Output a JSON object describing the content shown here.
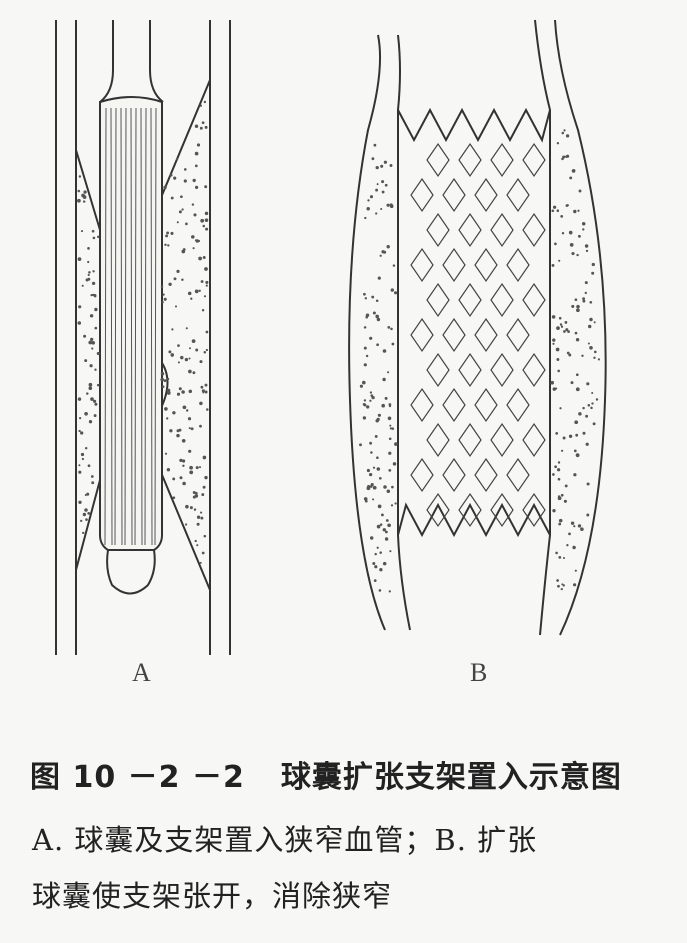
{
  "figure": {
    "panels": [
      {
        "label": "A",
        "description_id": "balloon-and-stent-inserted"
      },
      {
        "label": "B",
        "description_id": "balloon-expanded-stent-opened"
      }
    ]
  },
  "caption": {
    "figure_number": "图 10 －2 －2",
    "title": "球囊扩张支架置入示意图",
    "line1": "A. 球囊及支架置入狭窄血管；B. 扩张",
    "line2": "球囊使支架张开，消除狭窄"
  },
  "colors": {
    "background": "#f7f7f5",
    "line": "#333333",
    "plaque_dots": "#555555"
  }
}
